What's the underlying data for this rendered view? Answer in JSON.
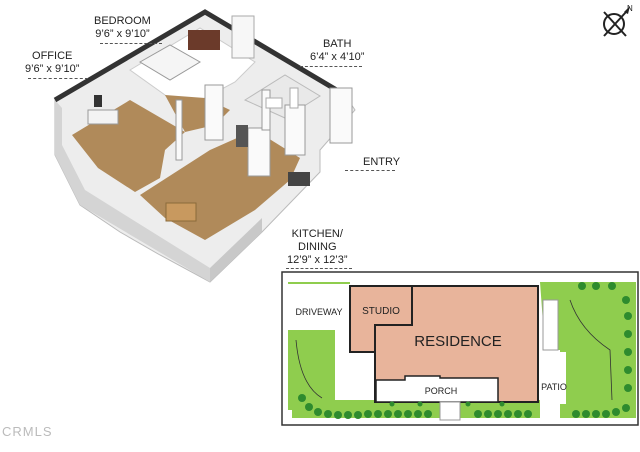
{
  "floorplan": {
    "rooms": [
      {
        "name": "BEDROOM",
        "dims": "9’6” x 9’10”"
      },
      {
        "name": "OFFICE",
        "dims": "9’6” x 9’10”"
      },
      {
        "name": "BATH",
        "dims": "6’4” x 4’10”"
      },
      {
        "name": "ENTRY",
        "dims": ""
      },
      {
        "name": "KITCHEN/",
        "name2": "DINING",
        "dims": "12’9” x 12’3”"
      }
    ]
  },
  "compass": {
    "label": "N"
  },
  "siteplan": {
    "labels": {
      "driveway": "DRIVEWAY",
      "studio": "STUDIO",
      "residence": "RESIDENCE",
      "porch": "PORCH",
      "patio": "PATIO"
    },
    "colors": {
      "grass": "#8fcd4e",
      "building": "#e8b49b",
      "trees": "#2e8b2e"
    }
  },
  "watermark": "CRMLS"
}
